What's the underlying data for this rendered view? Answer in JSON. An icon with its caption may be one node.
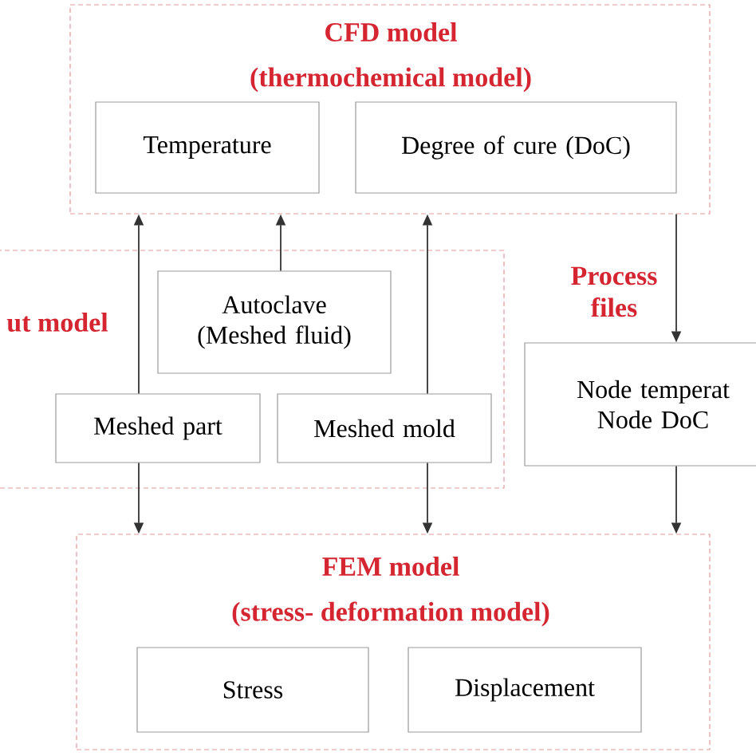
{
  "diagram": {
    "nodes": [
      {
        "text": [
          "CFD model",
          "(thermochemical model)"
        ]
      },
      {
        "text": [
          "Temperature"
        ],
        "in": 0
      },
      {
        "text": [
          "Degree of cure (DoC)"
        ],
        "in": 0
      },
      {
        "text": [
          "ut model"
        ]
      },
      {
        "text": [
          "Autoclave (Meshed fluid)"
        ],
        "in": 3
      },
      {
        "text": [
          "Meshed part"
        ],
        "in": 3
      },
      {
        "text": [
          "Meshed mold"
        ],
        "in": 3
      },
      {
        "text": [
          "Node temperat",
          "Node DoC"
        ]
      },
      {
        "text": [
          "FEM model",
          "(stress- deformation model)"
        ]
      },
      {
        "text": [
          "Stress"
        ],
        "in": 8
      },
      {
        "text": [
          "Displacement"
        ],
        "in": 8
      }
    ],
    "edges": [
      {
        "from": 5,
        "to": 0,
        "arrow": "to"
      },
      {
        "from": 4,
        "to": 0,
        "arrow": "to"
      },
      {
        "from": 6,
        "to": 0,
        "arrow": "to"
      },
      {
        "from": 0,
        "to": 7,
        "arrow": "to",
        "label": "Process files"
      },
      {
        "from": 5,
        "to": 8,
        "arrow": "to"
      },
      {
        "from": 6,
        "to": 8,
        "arrow": "to"
      },
      {
        "from": 7,
        "to": 8,
        "arrow": "to"
      }
    ]
  }
}
